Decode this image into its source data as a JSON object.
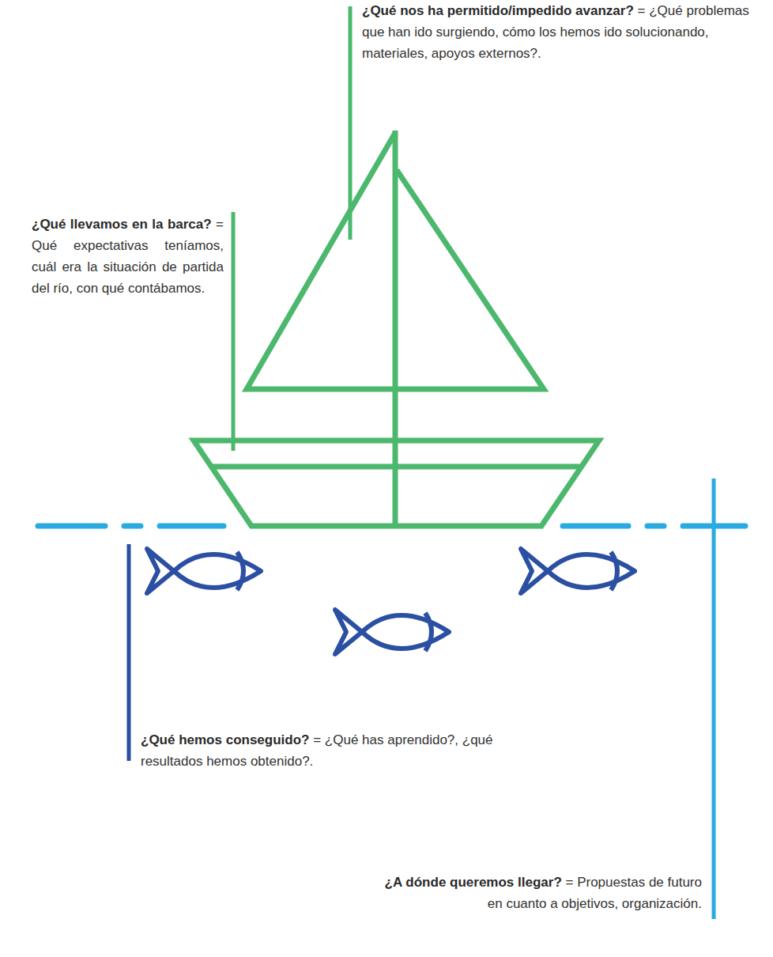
{
  "diagram": {
    "labels": [
      "¿Qué nos ha permitido/impedido avanzar?",
      "= ¿Qué problemas que han ido surgiendo, cómo los hemos ido solucionando, materiales, apoyos externos?.",
      "¿Qué llevamos en la barca?",
      "= Qué expectativas teníamos, cuál era la situación de partida del río, con qué contábamos.",
      "¿Qué hemos conseguido?",
      "= ¿Qué has aprendido?, ¿qué resultados hemos obtenido?.",
      "¿A dónde queremos llegar?",
      "= Propuestas de futuro en cuanto a objetivos, organización."
    ]
  }
}
